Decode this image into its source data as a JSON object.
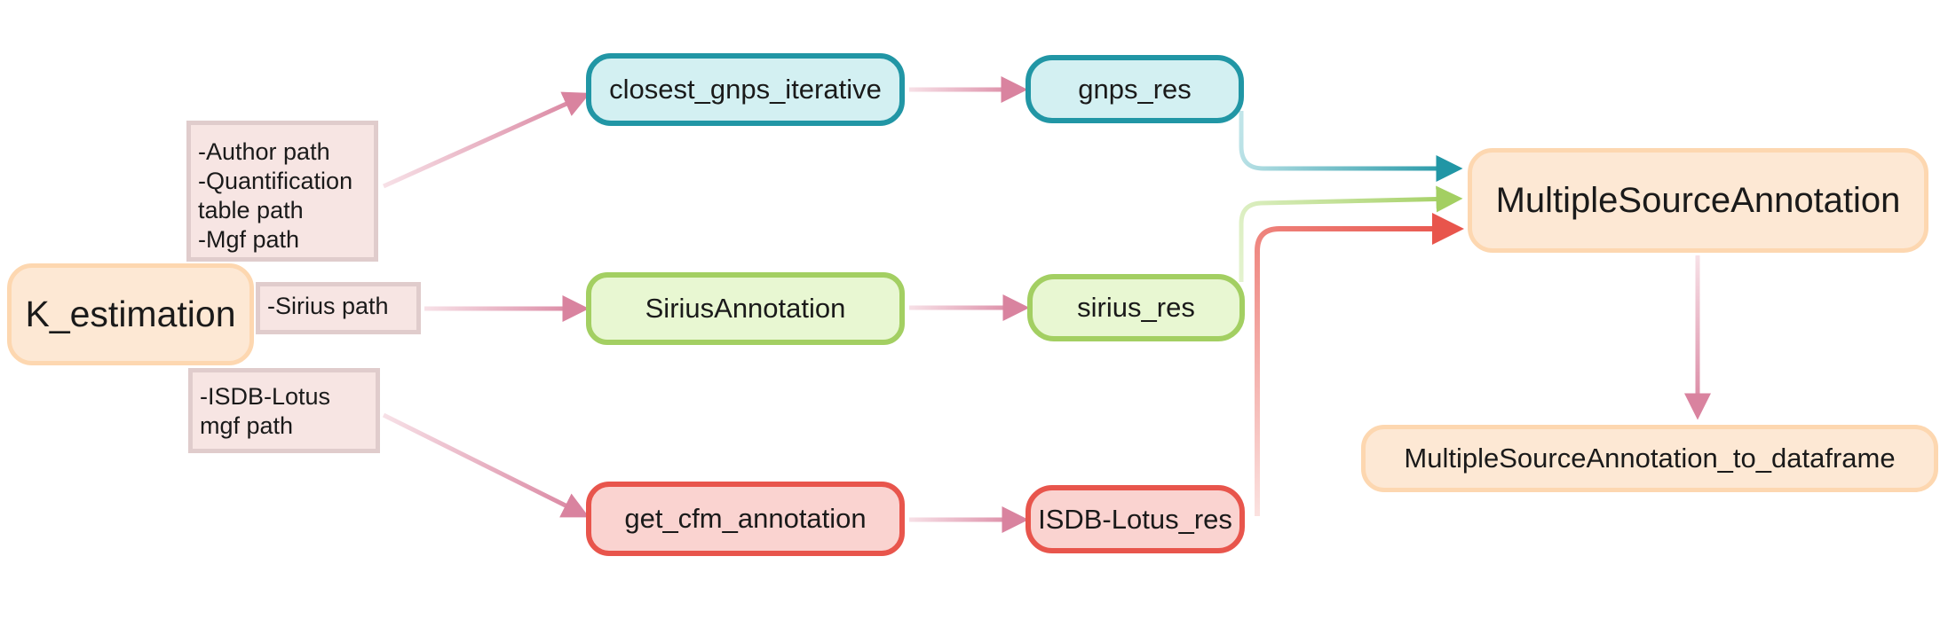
{
  "nodes": {
    "k_estimation": "K_estimation",
    "closest_gnps": "closest_gnps_iterative",
    "sirius_annotation": "SiriusAnnotation",
    "get_cfm": "get_cfm_annotation",
    "gnps_res": "gnps_res",
    "sirius_res": "sirius_res",
    "isdb_res": "ISDB-Lotus_res",
    "msa": "MultipleSourceAnnotation",
    "msa_df": "MultipleSourceAnnotation_to_dataframe"
  },
  "notes": {
    "gnps_params": [
      "-Author path",
      "-Quantification",
      "table path",
      "-Mgf path"
    ],
    "sirius_params": [
      "-Sirius path"
    ],
    "isdb_params": [
      "-ISDB-Lotus",
      "mgf path"
    ]
  },
  "colors": {
    "teal": "#2196a5",
    "green": "#a3cf62",
    "red": "#e8554c",
    "pink_arrow": "#d9839f",
    "peach": "#fdd7b0"
  }
}
